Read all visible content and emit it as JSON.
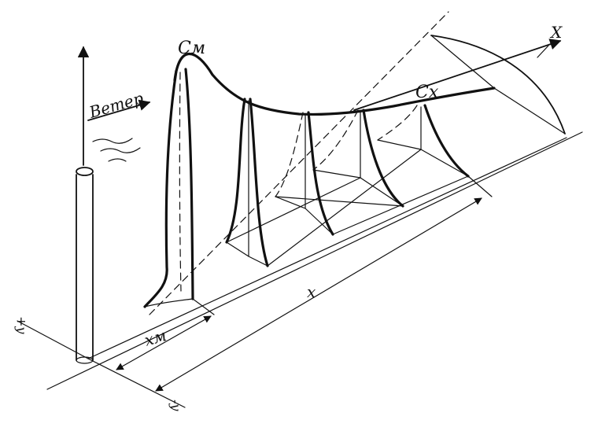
{
  "labels": {
    "wind": "Ветер",
    "c_max": "Cм",
    "c_x": "Cх",
    "axis_x_top": "X",
    "distance_x": "x",
    "distance_xm": "xм",
    "axis_plus_y": "+y",
    "axis_minus_y": "-y"
  }
}
